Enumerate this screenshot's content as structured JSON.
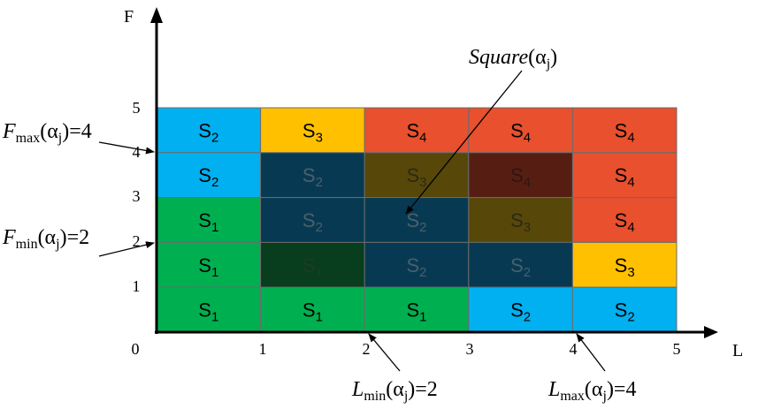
{
  "axes": {
    "x_label": "L",
    "y_label": "F",
    "x_ticks": [
      "0",
      "1",
      "2",
      "3",
      "4",
      "5"
    ],
    "y_ticks": [
      "1",
      "2",
      "3",
      "4",
      "5"
    ]
  },
  "grid": {
    "rows": [
      [
        {
          "text": "S",
          "sub": "2",
          "color": "#00b0f0",
          "fg": "#000000"
        },
        {
          "text": "S",
          "sub": "3",
          "color": "#ffc000",
          "fg": "#000000"
        },
        {
          "text": "S",
          "sub": "4",
          "color": "#e8502e",
          "fg": "#000000"
        },
        {
          "text": "S",
          "sub": "4",
          "color": "#e8502e",
          "fg": "#000000"
        },
        {
          "text": "S",
          "sub": "4",
          "color": "#e8502e",
          "fg": "#000000"
        }
      ],
      [
        {
          "text": "S",
          "sub": "2",
          "color": "#00b0f0",
          "fg": "#000000"
        },
        {
          "text": "S",
          "sub": "2",
          "color": "#073a52",
          "fg": "#4b5f6b"
        },
        {
          "text": "S",
          "sub": "3",
          "color": "#574709",
          "fg": "#2b2a15"
        },
        {
          "text": "S",
          "sub": "4",
          "color": "#561e13",
          "fg": "#2e1610"
        },
        {
          "text": "S",
          "sub": "4",
          "color": "#e8502e",
          "fg": "#000000"
        }
      ],
      [
        {
          "text": "S",
          "sub": "1",
          "color": "#00b050",
          "fg": "#000000"
        },
        {
          "text": "S",
          "sub": "2",
          "color": "#073a52",
          "fg": "#4b5f6b"
        },
        {
          "text": "S",
          "sub": "2",
          "color": "#073a52",
          "fg": "#4b5f6b"
        },
        {
          "text": "S",
          "sub": "3",
          "color": "#574709",
          "fg": "#2b2a15"
        },
        {
          "text": "S",
          "sub": "4",
          "color": "#e8502e",
          "fg": "#000000"
        }
      ],
      [
        {
          "text": "S",
          "sub": "1",
          "color": "#00b050",
          "fg": "#000000"
        },
        {
          "text": "S",
          "sub": "1",
          "color": "#083d1d",
          "fg": "#1f3a26"
        },
        {
          "text": "S",
          "sub": "2",
          "color": "#073a52",
          "fg": "#4b5f6b"
        },
        {
          "text": "S",
          "sub": "2",
          "color": "#073a52",
          "fg": "#4b5f6b"
        },
        {
          "text": "S",
          "sub": "3",
          "color": "#ffc000",
          "fg": "#000000"
        }
      ],
      [
        {
          "text": "S",
          "sub": "1",
          "color": "#00b050",
          "fg": "#000000"
        },
        {
          "text": "S",
          "sub": "1",
          "color": "#00b050",
          "fg": "#000000"
        },
        {
          "text": "S",
          "sub": "1",
          "color": "#00b050",
          "fg": "#000000"
        },
        {
          "text": "S",
          "sub": "2",
          "color": "#00b0f0",
          "fg": "#000000"
        },
        {
          "text": "S",
          "sub": "2",
          "color": "#00b0f0",
          "fg": "#000000"
        }
      ]
    ]
  },
  "annotations": {
    "fmax": {
      "italic": "F",
      "sub": "max",
      "rest": "(α",
      "sub2": "j",
      "end": ")=4"
    },
    "fmin": {
      "italic": "F",
      "sub": "min",
      "rest": "(α",
      "sub2": "j",
      "end": ")=2"
    },
    "lmin": {
      "italic": "L",
      "sub": "min",
      "rest": "(α",
      "sub2": "j",
      "end": ")=2"
    },
    "lmax": {
      "italic": "L",
      "sub": "max",
      "rest": "(α",
      "sub2": "j",
      "end": ")=4"
    },
    "square": {
      "italic": "Square",
      "rest": "(α",
      "sub2": "j",
      "end": ")"
    }
  }
}
